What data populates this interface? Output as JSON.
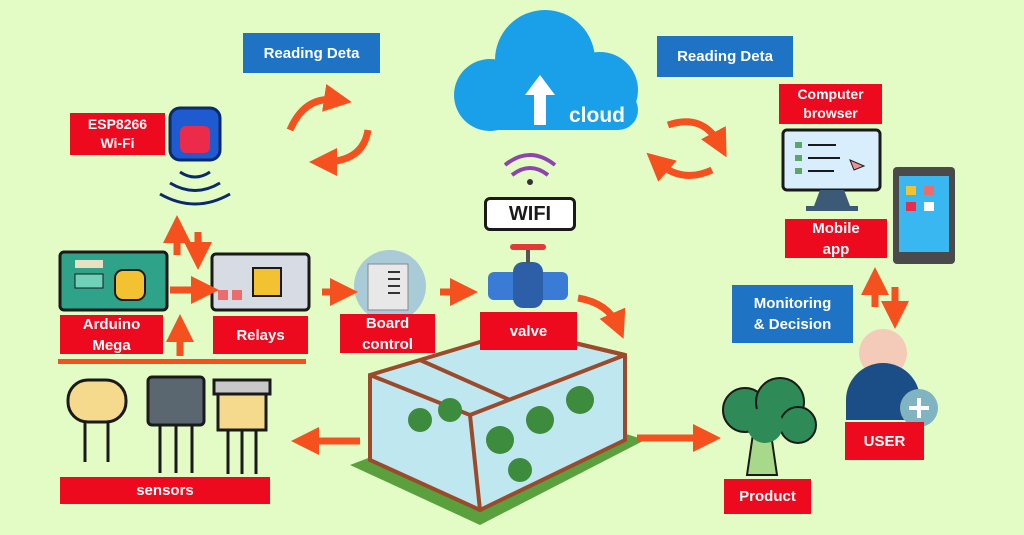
{
  "labels": {
    "reading_left": "Reading Deta",
    "reading_right": "Reading Deta",
    "esp": "ESP8266\nWi-Fi",
    "cloud": "cloud",
    "wifi": "WIFI",
    "computer": "Computer\nbrowser",
    "mobile": "Mobile\napp",
    "arduino": "Arduino\nMega",
    "relays": "Relays",
    "board": "Board\ncontrol",
    "valve": "valve",
    "monitoring": "Monitoring\n& Decision",
    "sensors": "sensors",
    "product": "Product",
    "user": "USER"
  },
  "colors": {
    "background": "#e3fcc6",
    "label_red": "#ee0a1e",
    "label_blue": "#1f73c4",
    "arrow": "#f4511e"
  }
}
